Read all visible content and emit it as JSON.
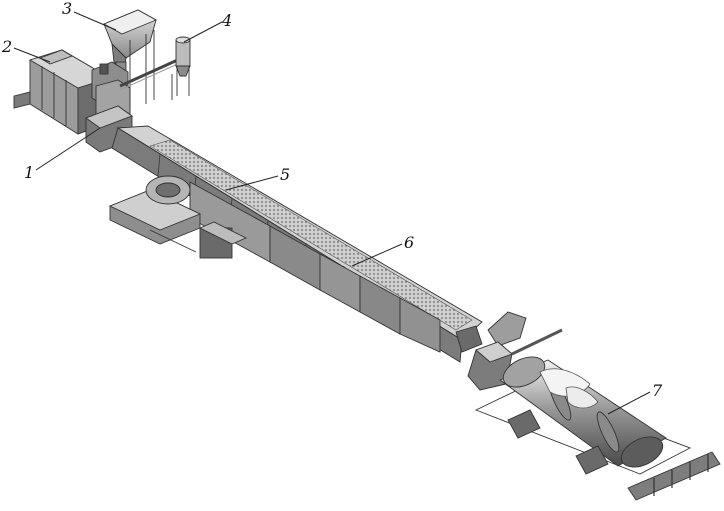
{
  "figure": {
    "callouts": [
      {
        "id": "1",
        "label": "1"
      },
      {
        "id": "2",
        "label": "2"
      },
      {
        "id": "3",
        "label": "3"
      },
      {
        "id": "4",
        "label": "4"
      },
      {
        "id": "5",
        "label": "5"
      },
      {
        "id": "6",
        "label": "6"
      },
      {
        "id": "7",
        "label": "7"
      }
    ],
    "colors": {
      "background": "#ffffff",
      "steel_light": "#d9d9d9",
      "steel_mid": "#a6a6a6",
      "steel_dark": "#5c5c5c",
      "ink": "#111111"
    }
  }
}
